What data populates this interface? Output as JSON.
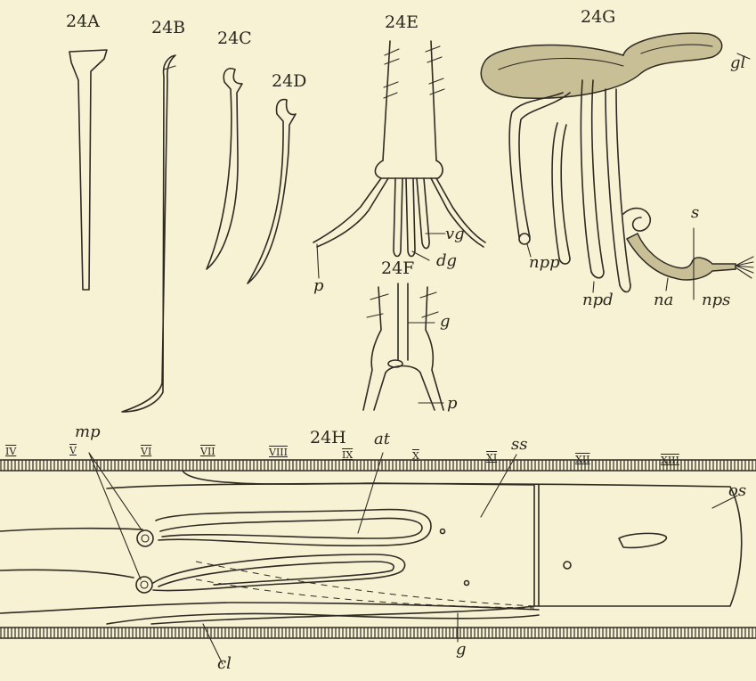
{
  "figures": {
    "a": "24A",
    "b": "24B",
    "c": "24C",
    "d": "24D",
    "e": "24E",
    "f": "24F",
    "g": "24G",
    "h": "24H"
  },
  "labels": {
    "vg": "vg",
    "dg": "dg",
    "p_e": "p",
    "g_f": "g",
    "p_f": "p",
    "gl": "gl",
    "npp": "npp",
    "npd": "npd",
    "na": "na",
    "s": "s",
    "nps": "nps",
    "mp": "mp",
    "at": "at",
    "ss": "ss",
    "os": "os",
    "cl": "cl",
    "g_h": "g"
  },
  "segments": [
    "IV",
    "V",
    "VI",
    "VII",
    "VIII",
    "IX",
    "X",
    "XI",
    "XII",
    "XIII"
  ]
}
